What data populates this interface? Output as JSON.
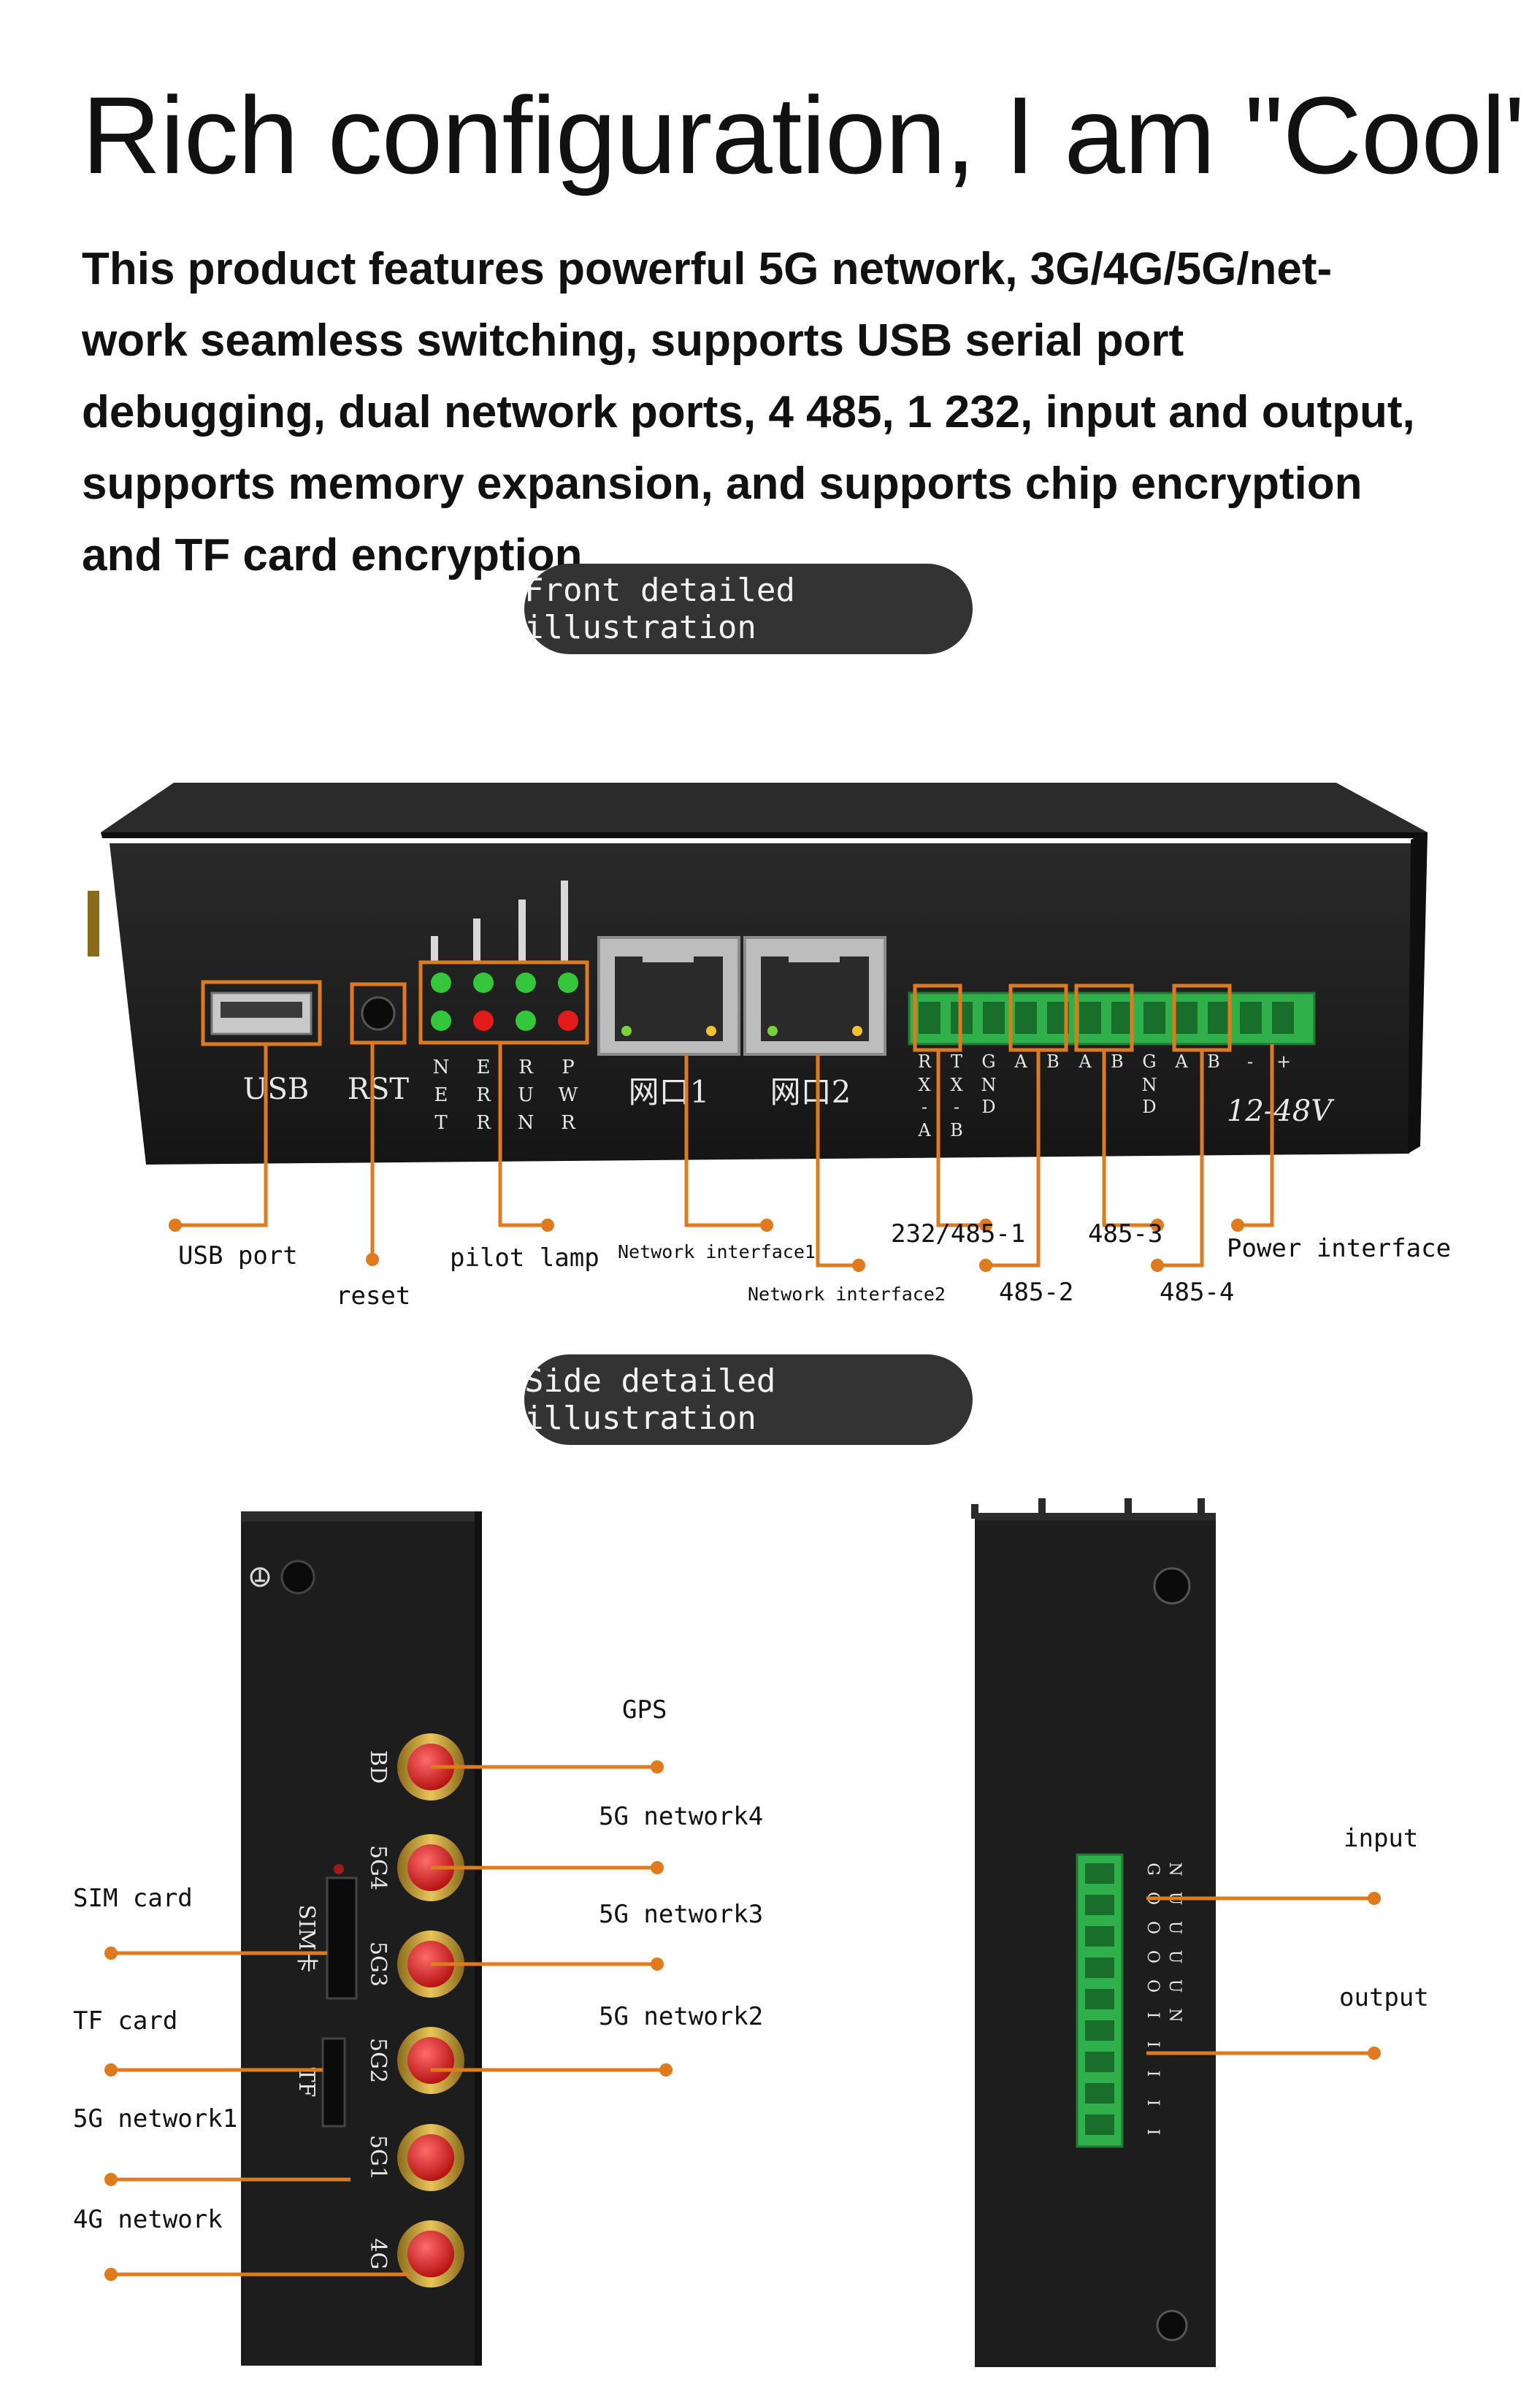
{
  "title": "Rich configuration, I am \"Cool\"",
  "description": "This product features powerful 5G network, 3G/4G/5G/net-work seamless switching, supports USB serial port debugging, dual network ports, 4 485, 1 232, input and output, supports memory expansion, and supports chip encryption and TF card encryption",
  "front_section": {
    "heading": "Front detailed illustration",
    "device_labels": {
      "usb": "USB",
      "rst": "RST",
      "led_net": "NET",
      "led_err": "ERR",
      "led_run": "RUN",
      "led_pwr": "PWR",
      "port1": "网口1",
      "port2": "网口2",
      "voltage": "12-48V"
    },
    "callouts": {
      "usb_port": "USB port",
      "reset": "reset",
      "pilot_lamp": "pilot lamp",
      "network_interface1": "Network interface1",
      "network_interface2": "Network interface2",
      "rs232_485_1": "232/485-1",
      "rs485_2": "485-2",
      "rs485_3": "485-3",
      "rs485_4": "485-4",
      "power_interface": "Power interface"
    }
  },
  "side_section": {
    "heading": "Side detailed illustration",
    "device_labels": {
      "bd": "BD",
      "g4": "5G4",
      "g3": "5G3",
      "g2": "5G2",
      "g1": "5G1",
      "lte": "4G",
      "sim": "SIM卡",
      "tf": "TF"
    },
    "callouts": {
      "gps": "GPS",
      "net4": "5G network4",
      "net3": "5G network3",
      "net2": "5G network2",
      "sim_card": "SIM card",
      "tf_card": "TF card",
      "net1": "5G network1",
      "net4g": "4G network",
      "input": "input",
      "output": "output"
    }
  },
  "colors": {
    "accent": "#e07a1f",
    "device": "#1e1e1e",
    "pill": "#333333",
    "terminal_green": "#2fb04a",
    "antenna_red": "#d81b1b"
  }
}
